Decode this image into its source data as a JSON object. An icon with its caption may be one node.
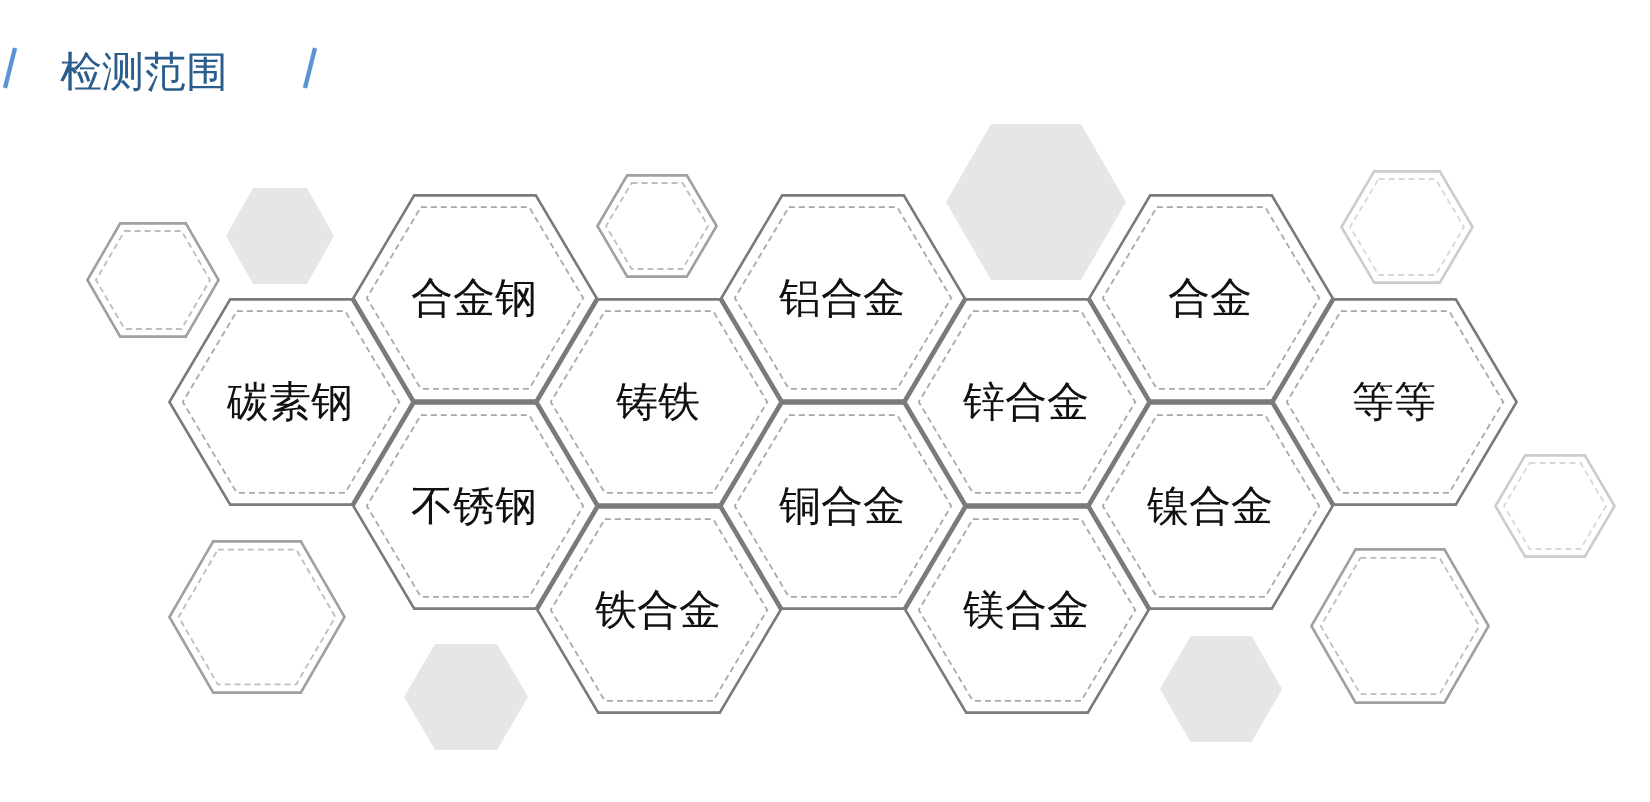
{
  "diagram": {
    "title": "检测范围",
    "nodes": [
      {
        "text": [
          "碳素钢"
        ]
      },
      {
        "text": [
          "合金钢"
        ]
      },
      {
        "text": [
          "不锈钢"
        ]
      },
      {
        "text": [
          "铸铁"
        ]
      },
      {
        "text": [
          "铁合金"
        ]
      },
      {
        "text": [
          "铝合金"
        ]
      },
      {
        "text": [
          "铜合金"
        ]
      },
      {
        "text": [
          "锌合金"
        ]
      },
      {
        "text": [
          "镁合金"
        ]
      },
      {
        "text": [
          "合金"
        ]
      },
      {
        "text": [
          "镍合金"
        ]
      },
      {
        "text": [
          "等等"
        ]
      },
      {
        "text": [],
        "shape": "hexagon"
      },
      {
        "text": [],
        "shape": "hexagon"
      },
      {
        "text": [],
        "shape": "hexagon"
      },
      {
        "text": [],
        "shape": "hexagon"
      },
      {
        "text": [],
        "shape": "hexagon"
      },
      {
        "text": [],
        "shape": "hexagon"
      },
      {
        "text": [],
        "shape": "hexagon"
      },
      {
        "text": [],
        "shape": "hexagon"
      },
      {
        "text": [],
        "shape": "hexagon"
      },
      {
        "text": [],
        "shape": "hexagon"
      }
    ]
  }
}
